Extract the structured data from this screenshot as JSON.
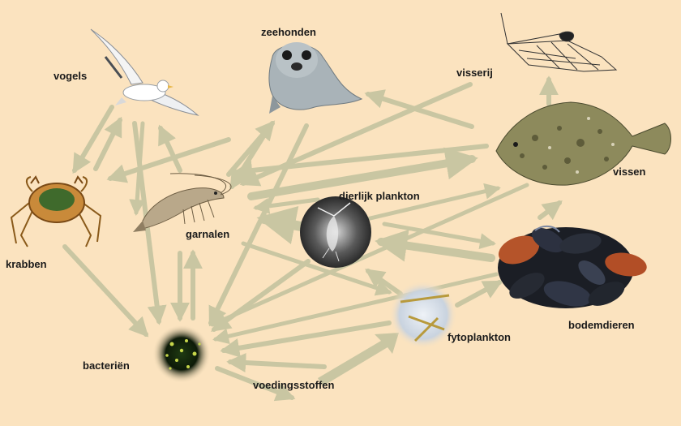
{
  "nodes": {
    "vogels": "vogels",
    "zeehonden": "zeehonden",
    "visserij": "visserij",
    "vissen": "vissen",
    "krabben": "krabben",
    "garnalen": "garnalen",
    "dierlijk_plankton": "dierlijk plankton",
    "bodemdieren": "bodemdieren",
    "fytoplankton": "fytoplankton",
    "bacterien": "bacteriën",
    "voedingsstoffen": "voedingsstoffen"
  },
  "colors": {
    "background": "#FBE3BF",
    "arrow": "#C9C6A2"
  }
}
